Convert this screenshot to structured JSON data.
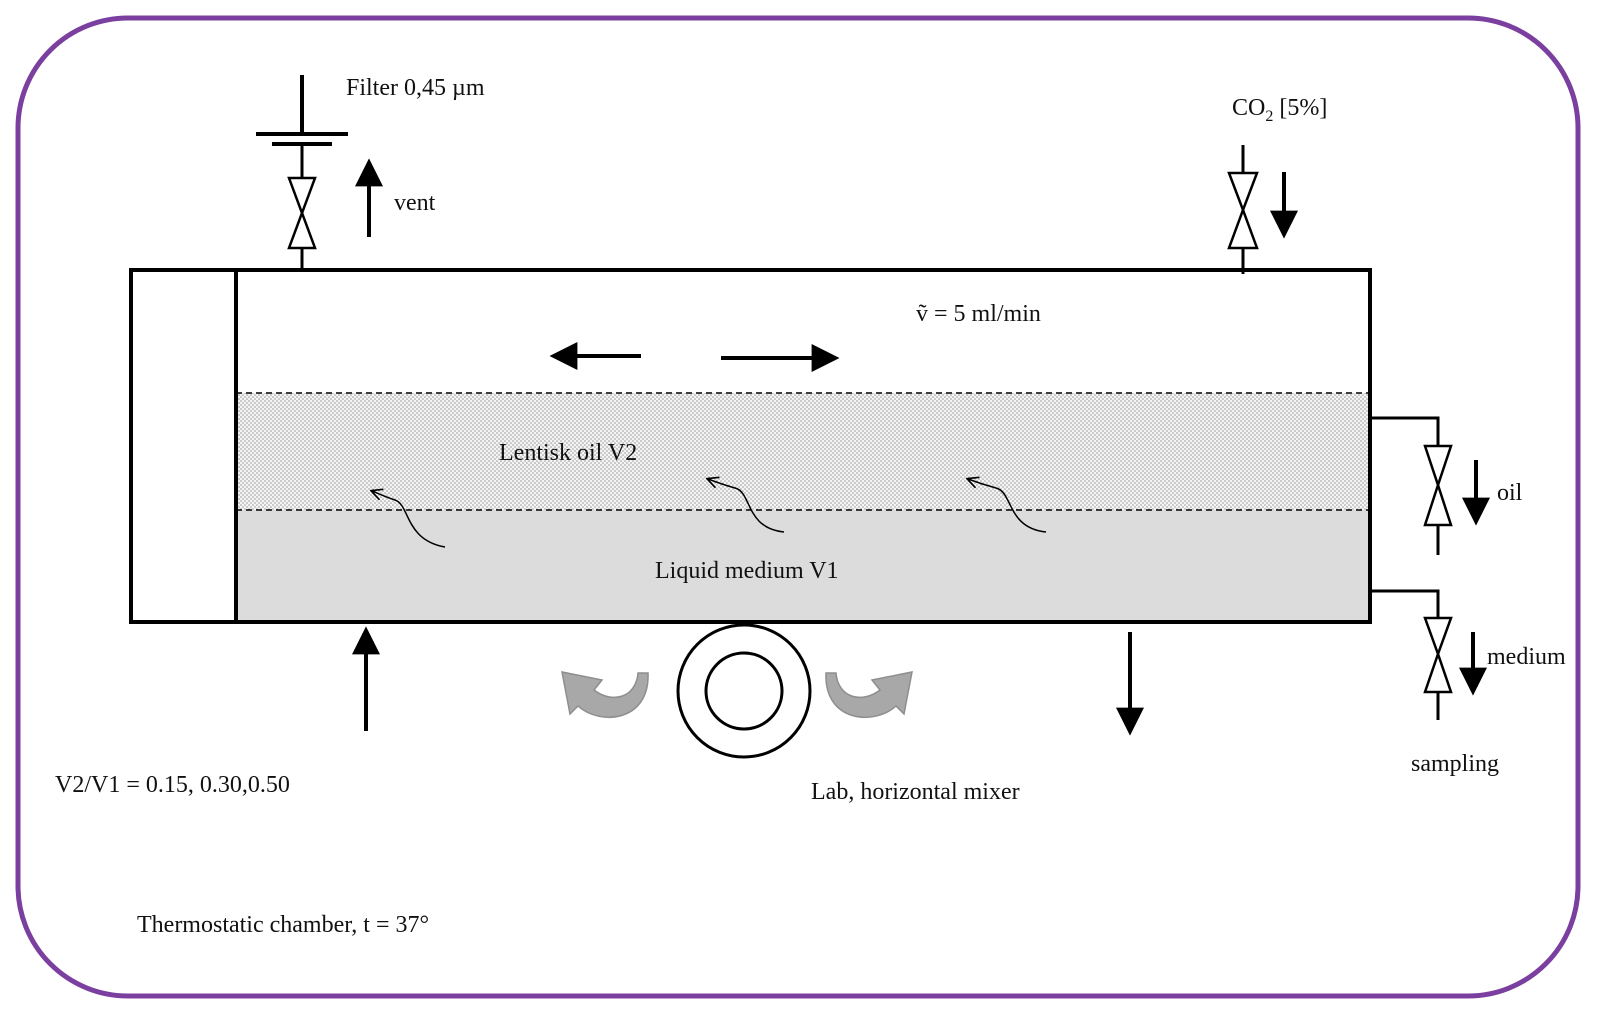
{
  "labels": {
    "filter": "Filter   0,45 µm",
    "vent": "vent",
    "co2_main": "CO",
    "co2_sub": "2",
    "co2_rest": " [5%]",
    "flow_rate": "ṽ  = 5 ml/min",
    "oil_layer": "Lentisk  oil V2",
    "liquid_layer": "Liquid  medium  V1",
    "oil_outlet": "oil",
    "medium_outlet": "medium",
    "sampling": "sampling",
    "ratio": "V2/V1 = 0.15, 0.30,0.50",
    "mixer": "Lab, horizontal  mixer",
    "chamber": "Thermostatic  chamber,  t = 37°"
  },
  "colors": {
    "border": "#7b3fa0",
    "line": "#000000",
    "liquid": "#dcdcdc",
    "oil_dots": "#9a9a9a",
    "rotation_arrow": "#a8a8a8"
  }
}
